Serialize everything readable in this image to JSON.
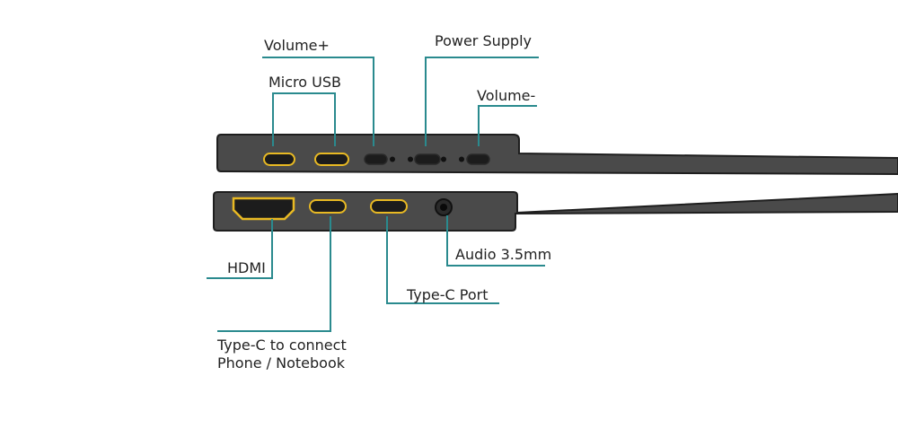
{
  "labels": {
    "volume_plus": "Volume+",
    "power_supply": "Power Supply",
    "micro_usb": "Micro USB",
    "volume_minus": "Volume-",
    "hdmi": "HDMI",
    "audio": "Audio 3.5mm",
    "type_c_port": "Type-C Port",
    "type_c_connect": "Type-C to connect\nPhone / Notebook"
  },
  "colors": {
    "leader_line": "#2a8a8e",
    "port_outline": "#e8b923",
    "body": "#4a4a4a",
    "body_edge": "#1e1e1e",
    "port_fill": "#1c1c1c"
  }
}
